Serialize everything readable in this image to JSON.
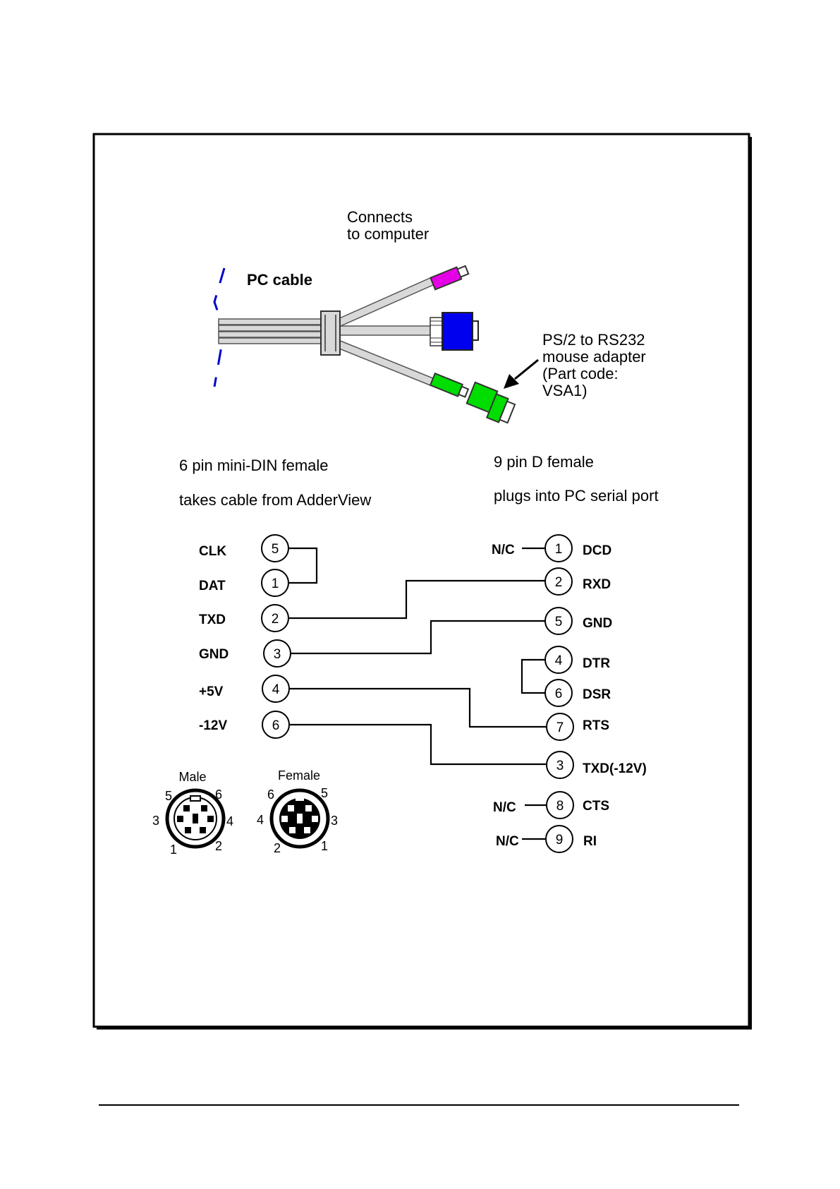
{
  "top_labels": {
    "connects": [
      "Connects",
      "to computer"
    ],
    "pc_cable": "PC cable",
    "adapter": [
      "PS/2 to RS232",
      "mouse adapter",
      "(Part code:",
      "VSA1)"
    ]
  },
  "left_connector": {
    "title": "6 pin mini-DIN female",
    "subtitle": "takes cable from AdderView",
    "pins": [
      {
        "name": "CLK",
        "pin": "5"
      },
      {
        "name": "DAT",
        "pin": "1"
      },
      {
        "name": "TXD",
        "pin": "2"
      },
      {
        "name": "GND",
        "pin": "3"
      },
      {
        "name": "+5V",
        "pin": "4"
      },
      {
        "name": "-12V",
        "pin": "6"
      }
    ]
  },
  "right_connector": {
    "title": "9 pin D female",
    "subtitle": "plugs into PC serial port",
    "nc_label": "N/C",
    "pins": [
      {
        "pin": "1",
        "name": "DCD"
      },
      {
        "pin": "2",
        "name": "RXD"
      },
      {
        "pin": "5",
        "name": "GND"
      },
      {
        "pin": "4",
        "name": "DTR"
      },
      {
        "pin": "6",
        "name": "DSR"
      },
      {
        "pin": "7",
        "name": "RTS"
      },
      {
        "pin": "3",
        "name": "TXD(-12V)"
      },
      {
        "pin": "8",
        "name": "CTS"
      },
      {
        "pin": "9",
        "name": "RI"
      }
    ]
  },
  "din_views": {
    "male": {
      "title": "Male",
      "pins": [
        "5",
        "6",
        "3",
        "4",
        "1",
        "2"
      ]
    },
    "female": {
      "title": "Female",
      "pins": [
        "6",
        "5",
        "4",
        "3",
        "2",
        "1"
      ]
    }
  },
  "colors": {
    "pink_plug": "#e600e6",
    "blue_plug": "#0000ee",
    "green_plug": "#00dd00",
    "break_line": "#0000cc"
  }
}
